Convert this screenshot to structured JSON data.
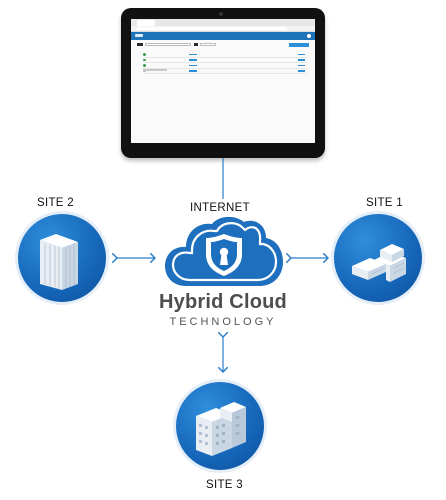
{
  "diagram": {
    "labels": {
      "internet": "INTERNET",
      "site1": "SITE 1",
      "site2": "SITE 2",
      "site3": "SITE 3"
    },
    "brand": {
      "title": "Hybrid Cloud",
      "subtitle": "TECHNOLOGY"
    },
    "colors": {
      "accent": "#1f73b9",
      "cloud": "#1e70bf",
      "line": "#2a7fc9",
      "text": "#111111"
    },
    "icons": {
      "cloud": "cloud-shield-lock-icon",
      "site1": "low-building-icon",
      "site2": "tower-building-icon",
      "site3": "office-building-icon"
    }
  }
}
